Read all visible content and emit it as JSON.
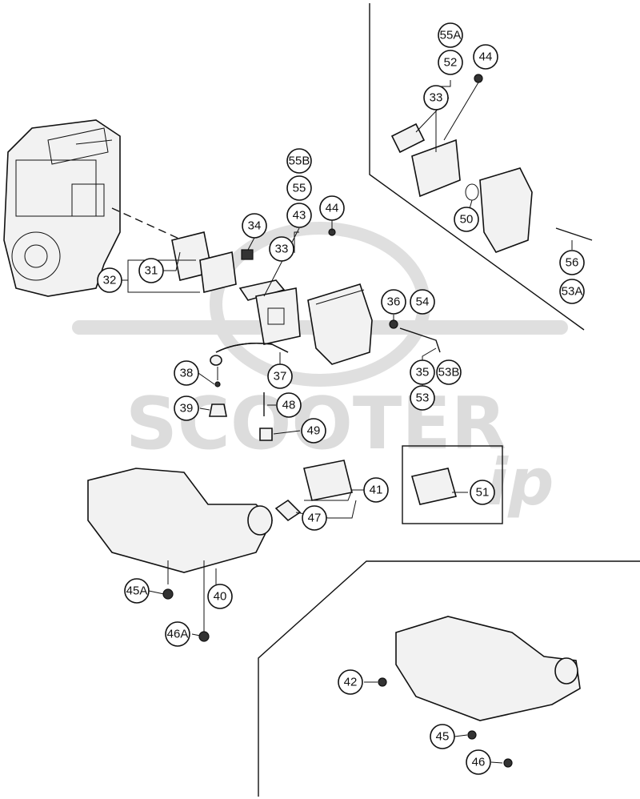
{
  "watermark": {
    "brand": "SCOOTER",
    "suffix": "ip"
  },
  "callouts": {
    "c55A": "55A",
    "c52": "52",
    "c44a": "44",
    "c33a": "33",
    "c50": "50",
    "c56": "56",
    "c53A": "53A",
    "c55B": "55B",
    "c55": "55",
    "c43": "43",
    "c44b": "44",
    "c34": "34",
    "c33b": "33",
    "c31": "31",
    "c32": "32",
    "c36": "36",
    "c54": "54",
    "c38": "38",
    "c37": "37",
    "c35": "35",
    "c53B": "53B",
    "c53": "53",
    "c39": "39",
    "c48": "48",
    "c49": "49",
    "c41": "41",
    "c47": "47",
    "c51": "51",
    "c45A": "45A",
    "c40": "40",
    "c46A": "46A",
    "c42": "42",
    "c45": "45",
    "c46": "46"
  }
}
